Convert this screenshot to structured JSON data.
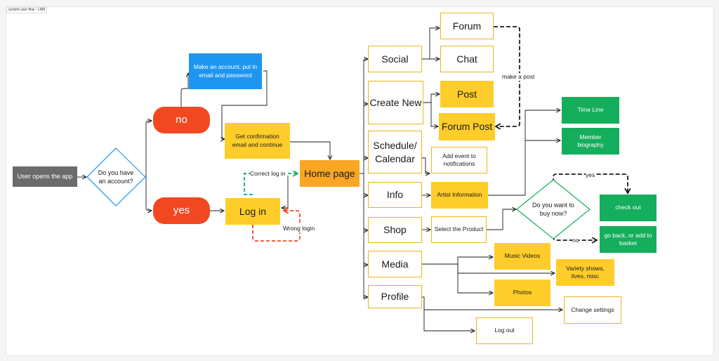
{
  "frame_label": "system user flow - LNM",
  "nodes": {
    "user_opens_app": "User opens the app",
    "have_account": "Do you have an account?",
    "no": "no",
    "yes": "yes",
    "make_account": "Make an account, put in email and password",
    "get_confirmation": "Get confirmation email and continue",
    "log_in": "Log in",
    "home_page": "Home page",
    "social": "Social",
    "create_new": "Create New",
    "schedule_calendar": "Schedule/ Calendar",
    "info": "Info",
    "shop": "Shop",
    "media": "Media",
    "profile": "Profile",
    "forum": "Forum",
    "chat": "Chat",
    "post": "Post",
    "forum_post": "Forum Post",
    "add_event": "Add event to notifications",
    "artist_information": "Artist Information",
    "select_product": "Select the Product",
    "buy_now": "Do you want to buy now?",
    "time_line": "Time Line",
    "member_biography": "Member biography",
    "check_out": "check out",
    "go_back": "go back, or add to basket",
    "music_videos": "Music Videos",
    "variety_shows": "Variety shows, lives, misc",
    "photos": "Photos",
    "change_settings": "Change settings",
    "log_out": "Log out"
  },
  "edge_labels": {
    "correct_log_in": "Correct log in",
    "wrong_login": "Wrong login",
    "make_a_post": "make a post",
    "yes": "yes",
    "no": "no"
  },
  "colors": {
    "gray": "#6b6b6b",
    "blue": "#1e96f0",
    "red": "#f24822",
    "yellow": "#ffcd29",
    "orange": "#f9a623",
    "green": "#14ae5c",
    "outline": "#f0b41c",
    "diamond_blue": "#1e96f0",
    "diamond_green": "#14ae5c",
    "edge_green_dashed": "#14ae5c",
    "edge_red_dashed": "#f24822"
  }
}
